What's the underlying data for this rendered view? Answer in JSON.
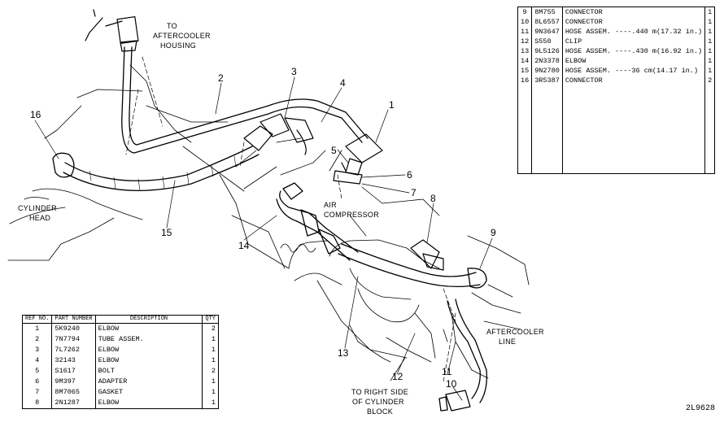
{
  "callouts": [
    "1",
    "2",
    "3",
    "4",
    "5",
    "6",
    "7",
    "8",
    "9",
    "10",
    "11",
    "12",
    "13",
    "14",
    "15",
    "16"
  ],
  "labels": {
    "aftercooler_housing": [
      "TO",
      "AFTERCOOLER",
      "HOUSING"
    ],
    "cylinder_head": [
      "CYLINDER",
      "HEAD"
    ],
    "air_compressor": [
      "AIR",
      "COMPRESSOR"
    ],
    "aftercooler_line": [
      "AFTERCOOLER",
      "LINE"
    ],
    "cylinder_block": [
      "TO RIGHT SIDE",
      "OF CYLINDER",
      "BLOCK"
    ]
  },
  "figure_number": "2L9628",
  "parts_top": [
    {
      "ref": "9",
      "part": "8M755",
      "desc": "CONNECTOR",
      "qty": "1"
    },
    {
      "ref": "10",
      "part": "8L6557",
      "desc": "CONNECTOR",
      "qty": "1"
    },
    {
      "ref": "11",
      "part": "9N3647",
      "desc": "HOSE ASSEM. ----.440 m(17.32 in.)",
      "qty": "1"
    },
    {
      "ref": "12",
      "part": "S550",
      "desc": "CLIP",
      "qty": "1"
    },
    {
      "ref": "13",
      "part": "9L5126",
      "desc": "HOSE ASSEM. ----.430 m(16.92 in.)",
      "qty": "1"
    },
    {
      "ref": "14",
      "part": "2N3378",
      "desc": "ELBOW",
      "qty": "1"
    },
    {
      "ref": "15",
      "part": "9N2780",
      "desc": "HOSE ASSEM. ----36 cm(14.17 in.)",
      "qty": "1"
    },
    {
      "ref": "16",
      "part": "3R5387",
      "desc": "CONNECTOR",
      "qty": "2"
    }
  ],
  "parts_bottom_headers": {
    "ref": "REF NO.",
    "part": "PART NUMBER",
    "desc": "DESCRIPTION",
    "qty": "QTY"
  },
  "parts_bottom": [
    {
      "ref": "1",
      "part": "5K9240",
      "desc": "ELBOW",
      "qty": "2"
    },
    {
      "ref": "2",
      "part": "7N7794",
      "desc": "TUBE ASSEM.",
      "qty": "1"
    },
    {
      "ref": "3",
      "part": "7L7262",
      "desc": "ELBOW",
      "qty": "1"
    },
    {
      "ref": "4",
      "part": "32143",
      "desc": "ELBOW",
      "qty": "1"
    },
    {
      "ref": "5",
      "part": "S1617",
      "desc": "BOLT",
      "qty": "2"
    },
    {
      "ref": "6",
      "part": "9M397",
      "desc": "ADAPTER",
      "qty": "1"
    },
    {
      "ref": "7",
      "part": "8M7065",
      "desc": "GASKET",
      "qty": "1"
    },
    {
      "ref": "8",
      "part": "2N1287",
      "desc": "ELBOW",
      "qty": "1"
    }
  ]
}
